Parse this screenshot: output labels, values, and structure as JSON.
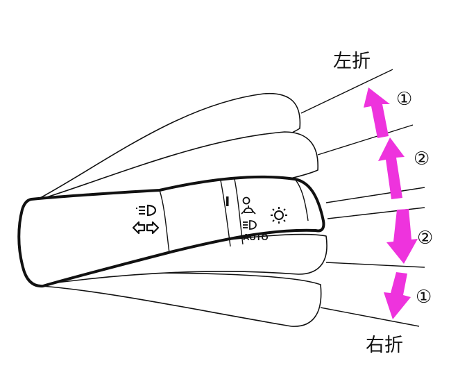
{
  "labels": {
    "left_turn": "左折",
    "right_turn": "右折"
  },
  "steps": {
    "step1_up": "①",
    "step2_up": "②",
    "step2_down": "②",
    "step1_down": "①"
  },
  "switch": {
    "auto_label": "AUTO"
  },
  "colors": {
    "arrow": "#ee33dd",
    "line": "#111111",
    "background": "#ffffff"
  },
  "icons": [
    "headlight-beam-icon",
    "turn-signal-left-icon",
    "turn-signal-right-icon",
    "off-position-icon",
    "parking-light-icon",
    "fog-light-icon",
    "headlight-icon"
  ]
}
